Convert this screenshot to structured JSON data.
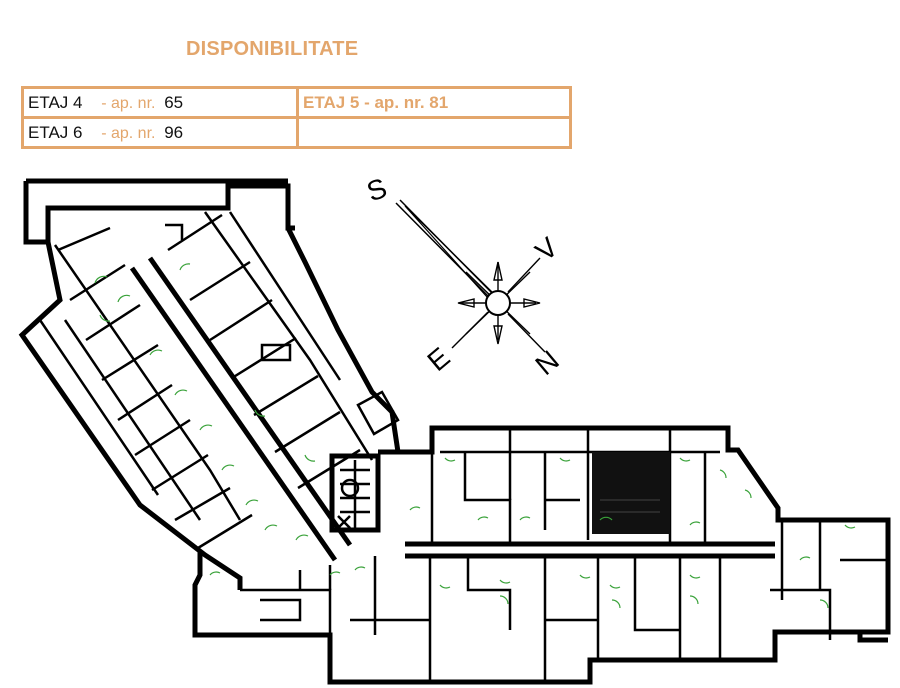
{
  "title": "DISPONIBILITATE",
  "availability": {
    "rows": [
      {
        "left": {
          "floor": "ETAJ 4",
          "ap_label": "- ap. nr.",
          "ap_number": "65"
        },
        "right": {
          "text": "ETAJ 5 - ap. nr. 81"
        }
      },
      {
        "left": {
          "floor": "ETAJ 6",
          "ap_label": "- ap. nr.",
          "ap_number": "96"
        },
        "right": {
          "text": ""
        }
      }
    ]
  },
  "compass": {
    "north": "N",
    "south": "S",
    "east": "E",
    "west": "V"
  },
  "colors": {
    "accent": "#e3a66c",
    "walls": "#000000",
    "doors": "#3aa23a"
  }
}
